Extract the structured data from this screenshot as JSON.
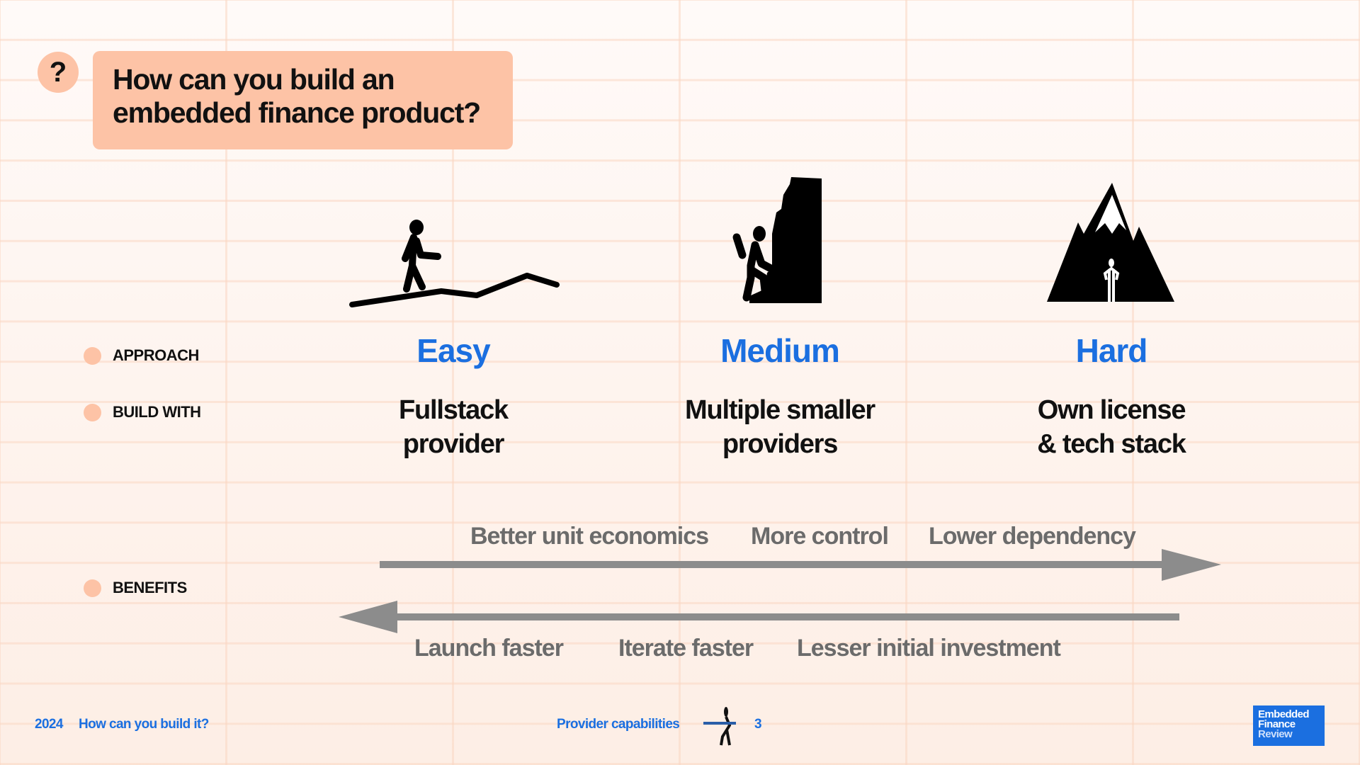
{
  "title": {
    "icon": "?",
    "text_line1": "How can you build an",
    "text_line2": "embedded finance product?"
  },
  "rows": {
    "approach": "APPROACH",
    "build_with": "BUILD WITH",
    "benefits": "BENEFITS"
  },
  "columns": [
    {
      "level": "Easy",
      "build_line1": "Fullstack",
      "build_line2": "provider",
      "icon": "hiker-walking-icon"
    },
    {
      "level": "Medium",
      "build_line1": "Multiple smaller",
      "build_line2": "providers",
      "icon": "climber-icon"
    },
    {
      "level": "Hard",
      "build_line1": "Own license",
      "build_line2": "& tech stack",
      "icon": "mountain-icon"
    }
  ],
  "benefits": {
    "toward_hard": [
      "Better unit economics",
      "More control",
      "Lower dependency"
    ],
    "toward_easy": [
      "Launch faster",
      "Iterate faster",
      "Lesser initial investment"
    ]
  },
  "footer": {
    "year": "2024",
    "section": "How can you build it?",
    "topic": "Provider capabilities",
    "page": "3",
    "logo_line1": "Embedded",
    "logo_line2": "Finance",
    "logo_line3": "Review"
  },
  "colors": {
    "accent": "#1b6fe0",
    "peach": "#fdc3a6",
    "arrow": "#8c8c8c"
  }
}
